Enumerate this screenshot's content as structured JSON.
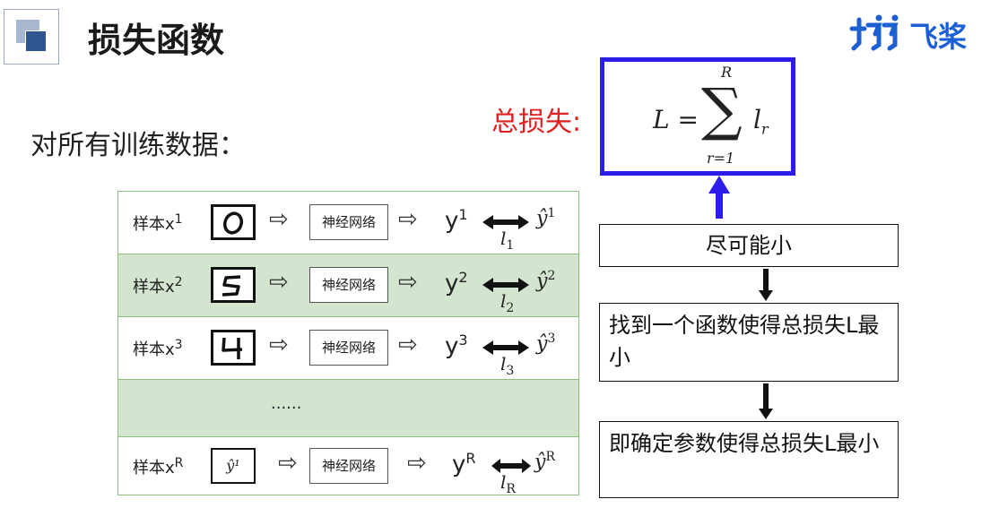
{
  "header": {
    "title": "损失函数",
    "logo_text": "飞桨"
  },
  "intro": "对所有训练数据：",
  "loss": {
    "label": "总损失:",
    "formula_lhs": "L =",
    "sum_symbol": "∑",
    "upper": "R",
    "lower": "r=1",
    "term": "l",
    "term_sub": "r"
  },
  "table": {
    "nn_label": "神经网络",
    "ellipsis": "......",
    "rows": [
      {
        "sample": "样本x",
        "sup": "1",
        "digit": "0",
        "y": "y",
        "y_sup": "1",
        "yhat": "ŷ",
        "yhat_sup": "1",
        "l_sub": "1"
      },
      {
        "sample": "样本x",
        "sup": "2",
        "digit": "5",
        "y": "y",
        "y_sup": "2",
        "yhat": "ŷ",
        "yhat_sup": "2",
        "l_sub": "2"
      },
      {
        "sample": "样本x",
        "sup": "3",
        "digit": "4",
        "y": "y",
        "y_sup": "3",
        "yhat": "ŷ",
        "yhat_sup": "3",
        "l_sub": "3"
      },
      {
        "sample": "样本x",
        "sup": "R",
        "digit": "ŷ¹",
        "y": "y",
        "y_sup": "R",
        "yhat": "ŷ",
        "yhat_sup": "R",
        "l_sub": "R"
      }
    ]
  },
  "flow": [
    "尽可能小",
    "找到一个函数使得总损失L最小",
    "即确定参数使得总损失L最小"
  ],
  "colors": {
    "formula_border": "#2b1ce8",
    "up_arrow": "#2b1ce8",
    "loss_label": "#e02020",
    "row_dark": "#d3e4cf",
    "table_border": "#8fbf7f"
  }
}
